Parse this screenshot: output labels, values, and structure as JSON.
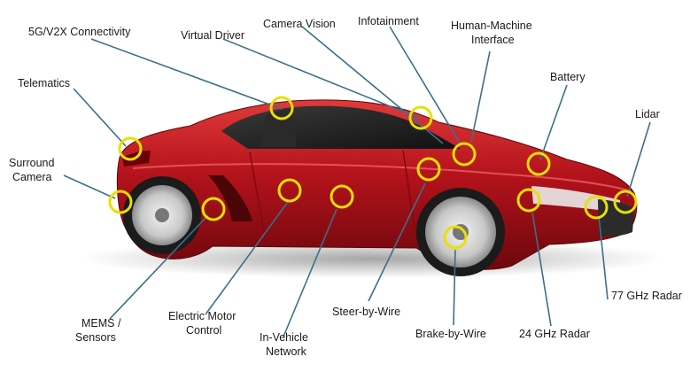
{
  "diagram": {
    "accent_color": "#e8e000",
    "leader_color": "#3d6f8a",
    "car_color": "#b3121b",
    "labels": {
      "connectivity": "5G/V2X Connectivity",
      "virtual_driver": "Virtual Driver",
      "camera_vision": "Camera Vision",
      "infotainment": "Infotainment",
      "hmi_1": "Human-Machine",
      "hmi_2": "Interface",
      "telematics": "Telematics",
      "battery": "Battery",
      "lidar": "Lidar",
      "surround_1": "Surround",
      "surround_2": "Camera",
      "mems_1": "MEMS /",
      "mems_2": "Sensors",
      "motor_1": "Electric Motor",
      "motor_2": "Control",
      "ivn_1": "In-Vehicle",
      "ivn_2": "Network",
      "steer": "Steer-by-Wire",
      "brake": "Brake-by-Wire",
      "radar24": "24 GHz Radar",
      "radar77": "77 GHz Radar"
    }
  }
}
